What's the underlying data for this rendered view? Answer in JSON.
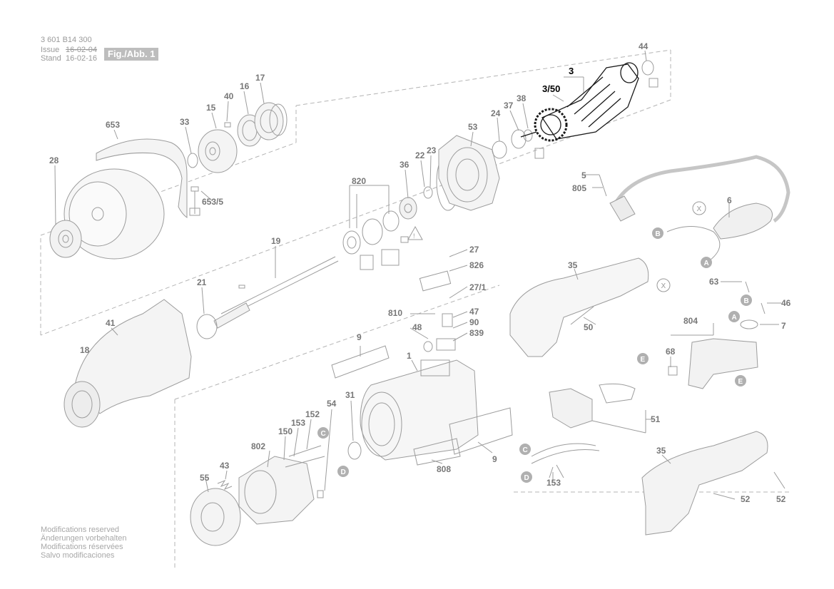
{
  "header": {
    "part_number": "3 601 B14 300",
    "issue_label": "Issue",
    "issue_date": "16-02-04",
    "stand_label": "Stand",
    "stand_date": "16-02-16",
    "figure_label": "Fig./Abb. 1"
  },
  "footer": [
    "Modifications reserved",
    "Änderungen vorbehalten",
    "Modifications réservées",
    "Salvo modificaciones"
  ],
  "colors": {
    "line": "#9c9c9c",
    "dark": "#1a1a1a",
    "label": "#777777",
    "badge": "#b0b0b0",
    "highlight": "#000000"
  },
  "callouts": {
    "c44": "44",
    "c3": "3",
    "c3_50": "3/50",
    "c38": "38",
    "c37": "37",
    "c24": "24",
    "c53": "53",
    "c23": "23",
    "c22": "22",
    "c36": "36",
    "c820": "820",
    "c653": "653",
    "c653_5": "653/5",
    "c28": "28",
    "c33": "33",
    "c15": "15",
    "c40": "40",
    "c16": "16",
    "c17": "17",
    "c19": "19",
    "c21": "21",
    "c41": "41",
    "c18": "18",
    "c27": "27",
    "c826": "826",
    "c27_1": "27/1",
    "c810": "810",
    "c47": "47",
    "c90": "90",
    "c48": "48",
    "c839": "839",
    "c9a": "9",
    "c1": "1",
    "c31": "31",
    "c54": "54",
    "c152": "152",
    "c153a": "153",
    "c150": "150",
    "c802": "802",
    "c43": "43",
    "c55": "55",
    "c808": "808",
    "c9b": "9",
    "c5": "5",
    "c805": "805",
    "c6": "6",
    "c35a": "35",
    "c50": "50",
    "c63": "63",
    "c46": "46",
    "c804": "804",
    "c7": "7",
    "c68": "68",
    "c51": "51",
    "c153b": "153",
    "c35b": "35",
    "c52a": "52",
    "c52b": "52"
  },
  "badges": {
    "b_b1": "B",
    "b_a1": "A",
    "b_b2": "B",
    "b_a2": "A",
    "b_e1": "E",
    "b_e2": "E",
    "b_c1": "C",
    "b_d1": "D",
    "b_c2": "C",
    "b_d2": "D"
  },
  "cross_marks": {
    "x1": "X",
    "x2": "X"
  },
  "warning_symbol": "!"
}
